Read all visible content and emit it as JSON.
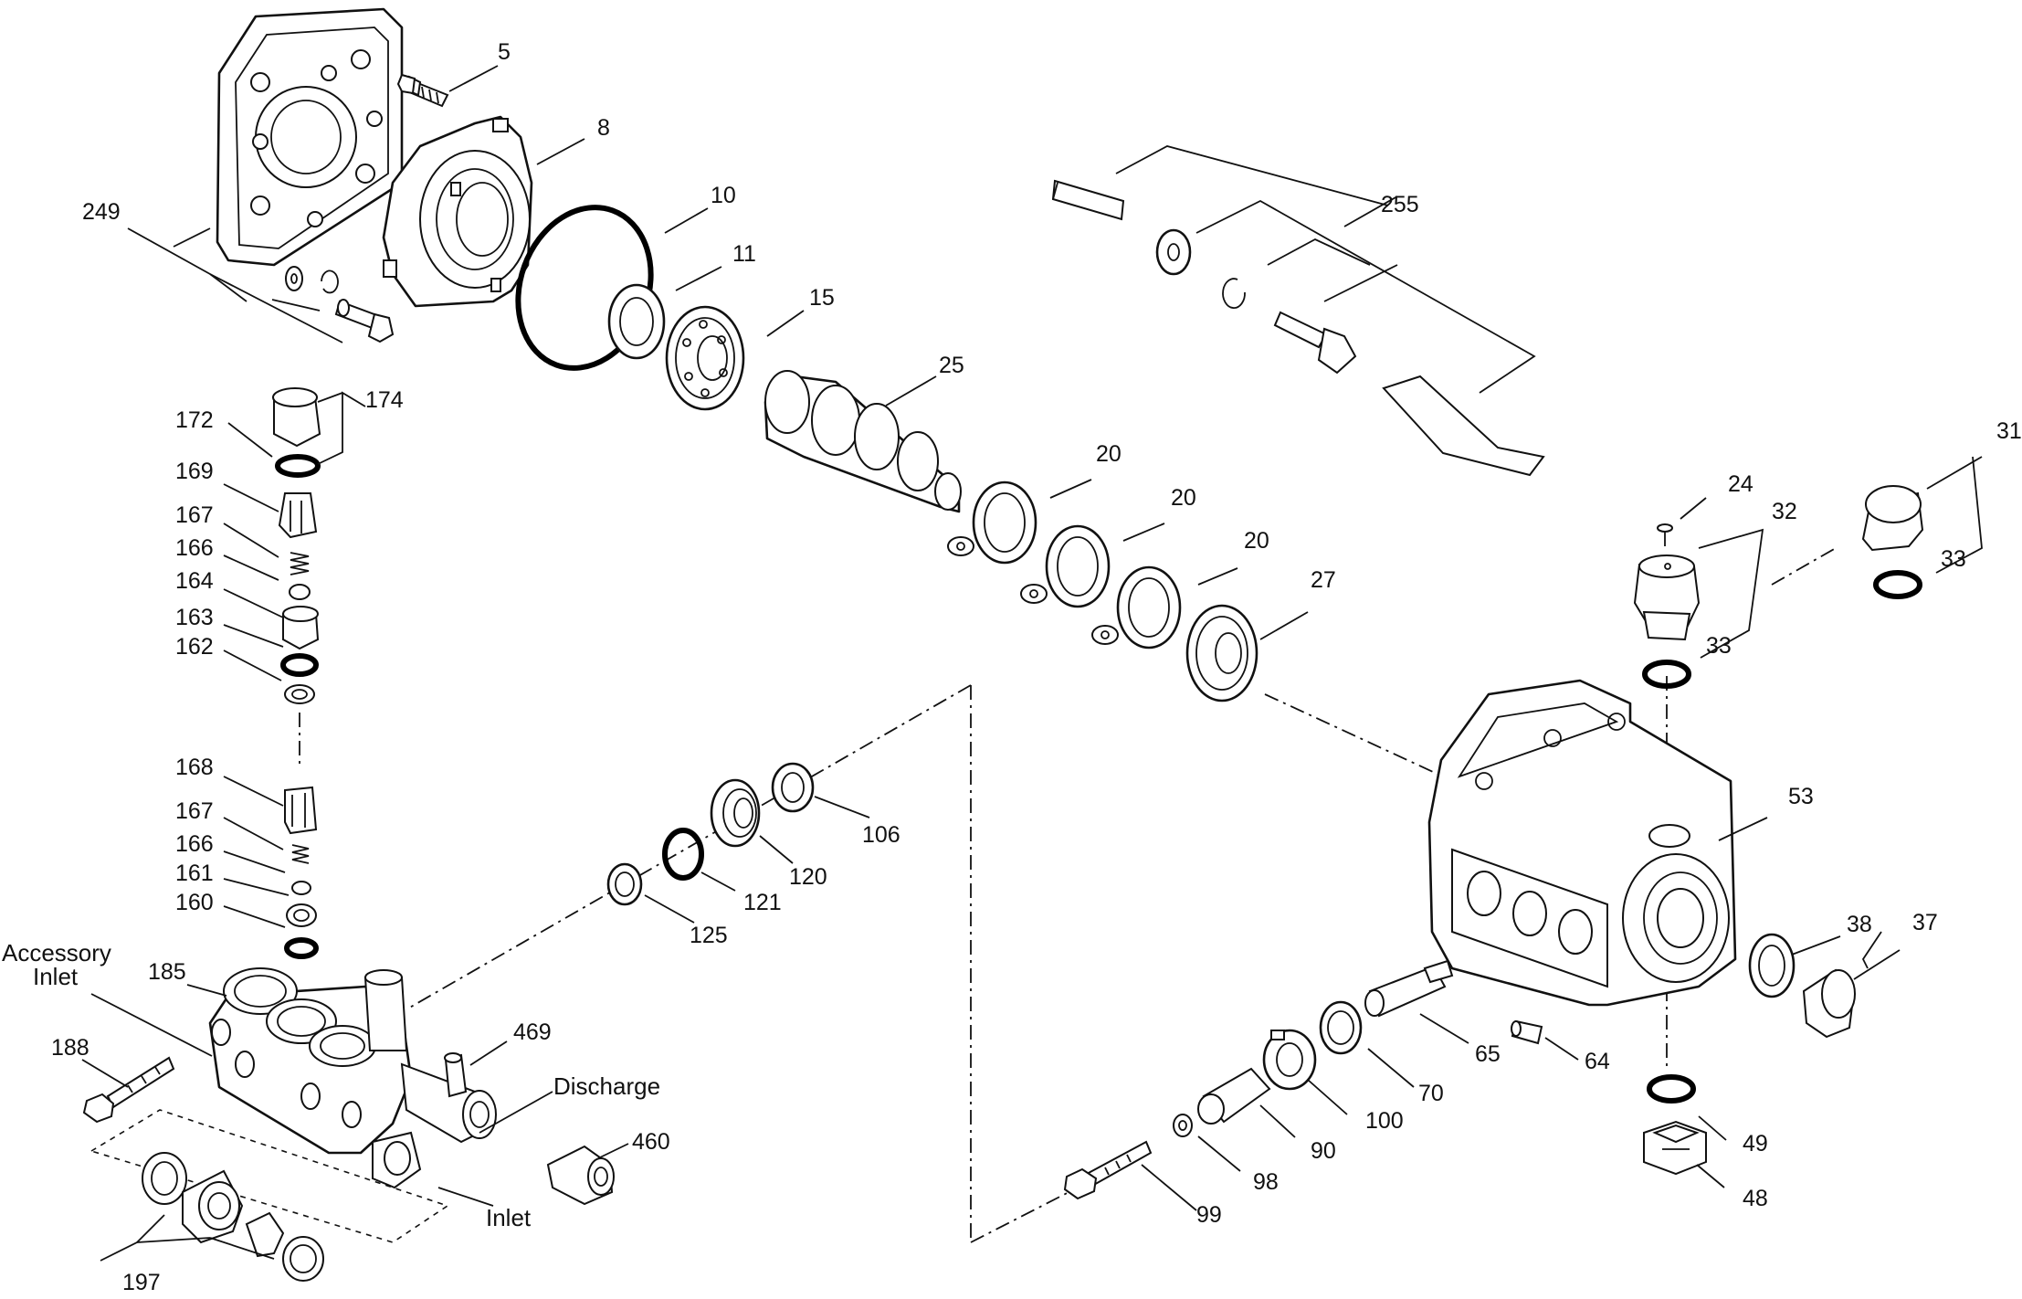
{
  "labels": {
    "p5": "5",
    "p8": "8",
    "p10": "10",
    "p11": "11",
    "p15": "15",
    "p249": "249",
    "p25": "25",
    "p255": "255",
    "p20a": "20",
    "p20b": "20",
    "p20c": "20",
    "p27": "27",
    "p24": "24",
    "p32": "32",
    "p31": "31",
    "p33a": "33",
    "p33b": "33",
    "p172": "172",
    "p174": "174",
    "p169": "169",
    "p167a": "167",
    "p166a": "166",
    "p164": "164",
    "p163": "163",
    "p162": "162",
    "p168": "168",
    "p167b": "167",
    "p166b": "166",
    "p161": "161",
    "p160": "160",
    "p185": "185",
    "p188": "188",
    "p106": "106",
    "p120": "120",
    "p121": "121",
    "p125": "125",
    "p469": "469",
    "p460": "460",
    "p197": "197",
    "p53": "53",
    "p38": "38",
    "p37": "37",
    "p65": "65",
    "p64": "64",
    "p70": "70",
    "p100": "100",
    "p90": "90",
    "p98": "98",
    "p99": "99",
    "p49": "49",
    "p48": "48",
    "accessory_inlet_1": "Accessory",
    "accessory_inlet_2": "Inlet",
    "discharge": "Discharge",
    "inlet": "Inlet"
  }
}
